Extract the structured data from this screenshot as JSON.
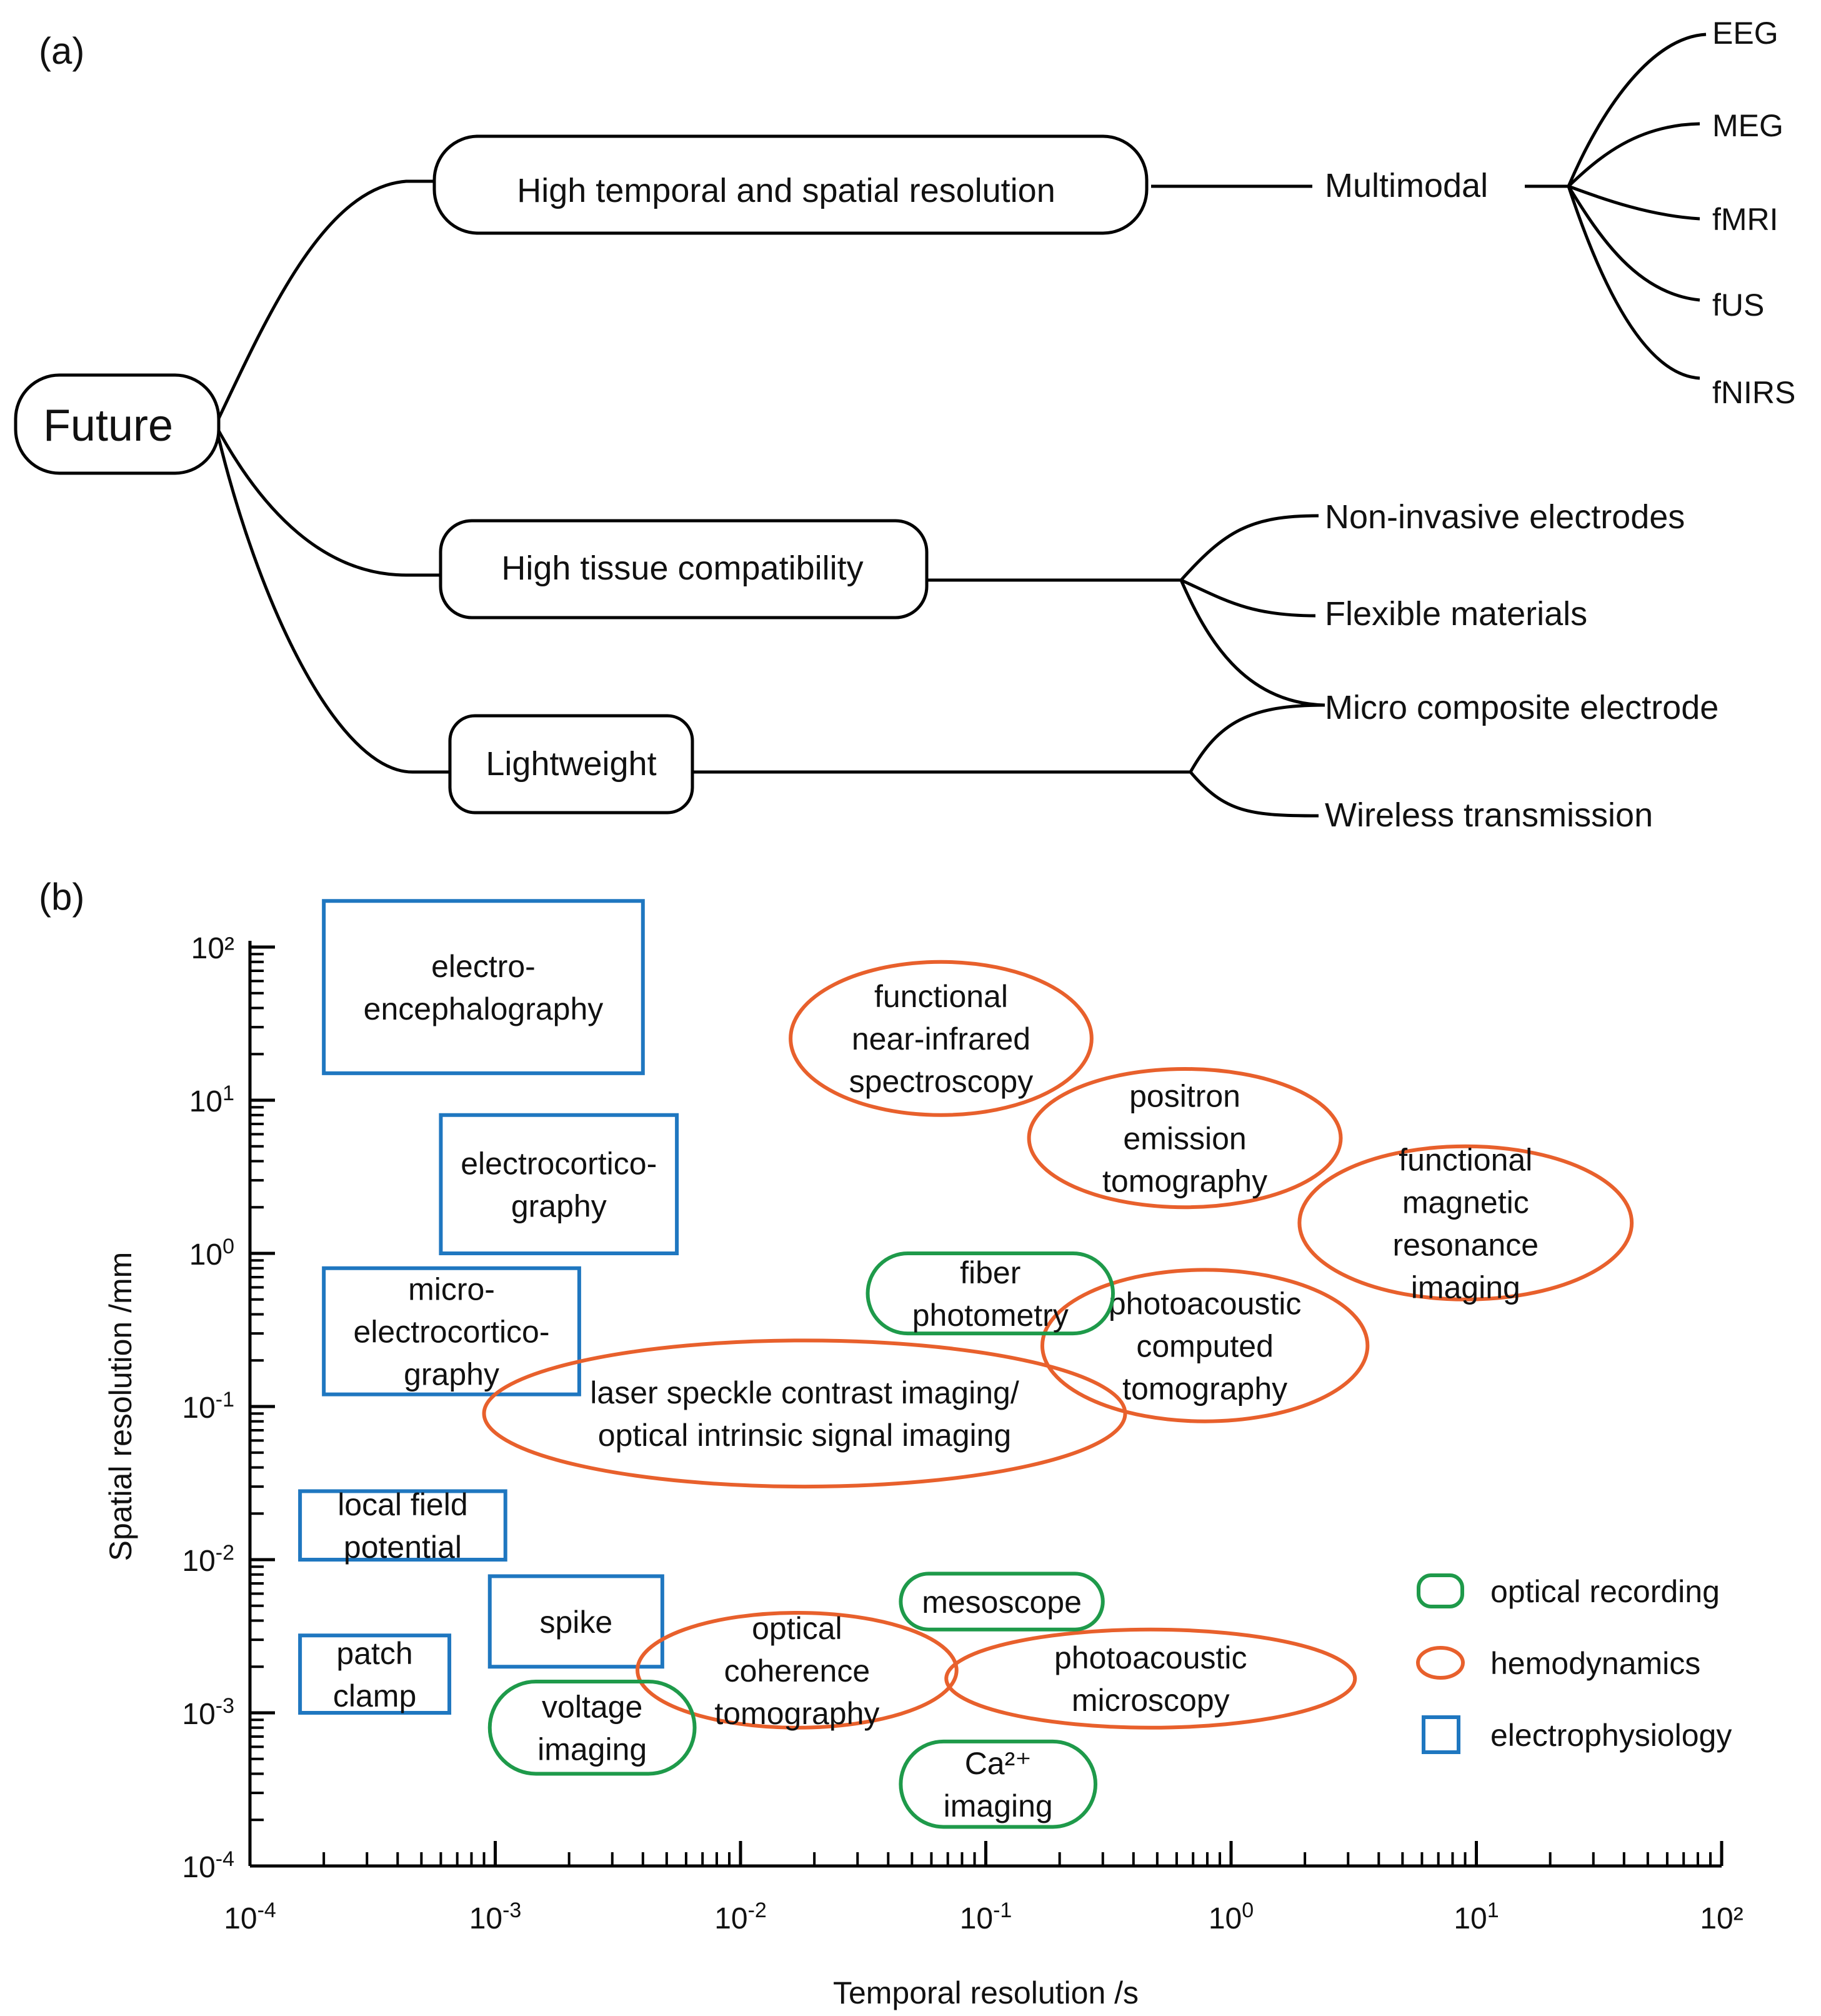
{
  "panel_a": {
    "label": "(a)",
    "root": "Future",
    "branches": {
      "temporal_spatial": "High temporal and spatial resolution",
      "tissue": "High tissue compatibility",
      "lightweight": "Lightweight"
    },
    "multimodal": "Multimodal",
    "modalities": [
      "EEG",
      "MEG",
      "fMRI",
      "fUS",
      "fNIRS"
    ],
    "tissue_leaves": [
      "Non-invasive electrodes",
      "Flexible materials"
    ],
    "shared_leaf": "Micro composite electrode",
    "lightweight_leaves": [
      "Wireless transmission"
    ]
  },
  "panel_b": {
    "label": "(b)",
    "chart_data": {
      "type": "scatter",
      "xlabel": "Temporal resolution /s",
      "ylabel": "Spatial resolution /mm",
      "xscale": "log",
      "yscale": "log",
      "xlim": [
        0.0001,
        100
      ],
      "ylim": [
        0.0001,
        100
      ],
      "x_tick_labels": [
        {
          "base": "10",
          "exp": "-4"
        },
        {
          "base": "10",
          "exp": "-3"
        },
        {
          "base": "10",
          "exp": "-2"
        },
        {
          "base": "10",
          "exp": "-1"
        },
        {
          "base": "10",
          "exp": "0"
        },
        {
          "base": "10",
          "exp": "1"
        },
        {
          "base": "10²",
          "exp": ""
        }
      ],
      "y_tick_labels": [
        {
          "base": "10²",
          "exp": ""
        },
        {
          "base": "10",
          "exp": "1"
        },
        {
          "base": "10",
          "exp": "0"
        },
        {
          "base": "10",
          "exp": "-1"
        },
        {
          "base": "10",
          "exp": "-2"
        },
        {
          "base": "10",
          "exp": "-3"
        },
        {
          "base": "10",
          "exp": "-4"
        }
      ],
      "legend": {
        "placement": "bottom-right",
        "entries": [
          {
            "label": "optical recording",
            "shape": "rounded",
            "color": "#1e9a4a"
          },
          {
            "label": "hemodynamics",
            "shape": "ellipse",
            "color": "#e8602c"
          },
          {
            "label": "electrophysiology",
            "shape": "rect",
            "color": "#1f77c0"
          }
        ]
      },
      "colors": {
        "optical": "#1e9a4a",
        "hemodynamics": "#e8602c",
        "electrophysiology": "#1f77c0"
      },
      "regions": [
        {
          "category": "electrophysiology",
          "shape": "rect",
          "lines": [
            "electro-",
            "encephalography"
          ],
          "t": [
            0.0002,
            0.004
          ],
          "s": [
            15,
            200
          ]
        },
        {
          "category": "electrophysiology",
          "shape": "rect",
          "lines": [
            "electrocortico-",
            "graphy"
          ],
          "t": [
            0.0006,
            0.0055
          ],
          "s": [
            1,
            8
          ]
        },
        {
          "category": "electrophysiology",
          "shape": "rect",
          "lines": [
            "micro-",
            "electrocortico-",
            "graphy"
          ],
          "t": [
            0.0002,
            0.0022
          ],
          "s": [
            0.12,
            0.8
          ]
        },
        {
          "category": "electrophysiology",
          "shape": "rect",
          "lines": [
            "local field",
            "potential"
          ],
          "t": [
            0.00016,
            0.0011
          ],
          "s": [
            0.01,
            0.028
          ]
        },
        {
          "category": "electrophysiology",
          "shape": "rect",
          "lines": [
            "spike"
          ],
          "t": [
            0.00095,
            0.0048
          ],
          "s": [
            0.002,
            0.0078
          ]
        },
        {
          "category": "electrophysiology",
          "shape": "rect",
          "lines": [
            "patch",
            "clamp"
          ],
          "t": [
            0.00016,
            0.00065
          ],
          "s": [
            0.001,
            0.0032
          ]
        },
        {
          "category": "hemodynamics",
          "shape": "ellipse",
          "lines": [
            "functional",
            "near-infrared",
            "spectroscopy"
          ],
          "t": [
            0.016,
            0.27
          ],
          "s": [
            8,
            80
          ]
        },
        {
          "category": "hemodynamics",
          "shape": "ellipse",
          "lines": [
            "positron",
            "emission",
            "tomography"
          ],
          "t": [
            0.15,
            2.8
          ],
          "s": [
            2,
            16
          ]
        },
        {
          "category": "hemodynamics",
          "shape": "ellipse",
          "lines": [
            "functional",
            "magnetic",
            "resonance",
            "imaging"
          ],
          "t": [
            1.9,
            43
          ],
          "s": [
            0.5,
            5
          ]
        },
        {
          "category": "hemodynamics",
          "shape": "ellipse",
          "lines": [
            "photoacoustic",
            "computed",
            "tomography"
          ],
          "t": [
            0.17,
            3.6
          ],
          "s": [
            0.08,
            0.78
          ]
        },
        {
          "category": "hemodynamics",
          "shape": "ellipse",
          "lines": [
            "laser speckle contrast imaging/",
            "optical intrinsic signal imaging"
          ],
          "t": [
            0.0009,
            0.37
          ],
          "s": [
            0.03,
            0.27
          ]
        },
        {
          "category": "hemodynamics",
          "shape": "ellipse",
          "lines": [
            "optical",
            "coherence",
            "tomography"
          ],
          "t": [
            0.0038,
            0.076
          ],
          "s": [
            0.0008,
            0.0045
          ]
        },
        {
          "category": "hemodynamics",
          "shape": "ellipse",
          "lines": [
            "photoacoustic",
            "microscopy"
          ],
          "t": [
            0.069,
            3.2
          ],
          "s": [
            0.0008,
            0.0035
          ]
        },
        {
          "category": "optical",
          "shape": "rounded",
          "lines": [
            "fiber",
            "photometry"
          ],
          "t": [
            0.033,
            0.33
          ],
          "s": [
            0.3,
            1
          ]
        },
        {
          "category": "optical",
          "shape": "rounded",
          "lines": [
            "mesoscope"
          ],
          "t": [
            0.045,
            0.3
          ],
          "s": [
            0.0035,
            0.0081
          ]
        },
        {
          "category": "optical",
          "shape": "rounded",
          "lines": [
            "voltage",
            "imaging"
          ],
          "t": [
            0.00095,
            0.0065
          ],
          "s": [
            0.0004,
            0.0016
          ]
        },
        {
          "category": "optical",
          "shape": "rounded",
          "lines": [
            "Ca²⁺",
            "imaging"
          ],
          "t": [
            0.045,
            0.28
          ],
          "s": [
            0.00018,
            0.00065
          ]
        }
      ]
    }
  }
}
